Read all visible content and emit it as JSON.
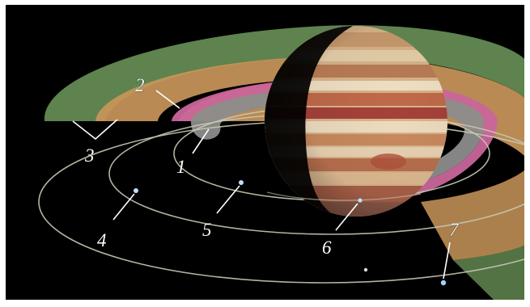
{
  "diagram": {
    "labels": [
      "1",
      "2",
      "3",
      "4",
      "5",
      "6",
      "7"
    ]
  },
  "colors": {
    "background": "#000000",
    "frame": "#ffffff",
    "gossamer_ring_outer": "#6f9a5c",
    "gossamer_ring_inner": "#c89a52",
    "main_ring": "#c9659a",
    "halo_ring": "#8a8a8a",
    "orbit_line": "#c8c8b4"
  }
}
